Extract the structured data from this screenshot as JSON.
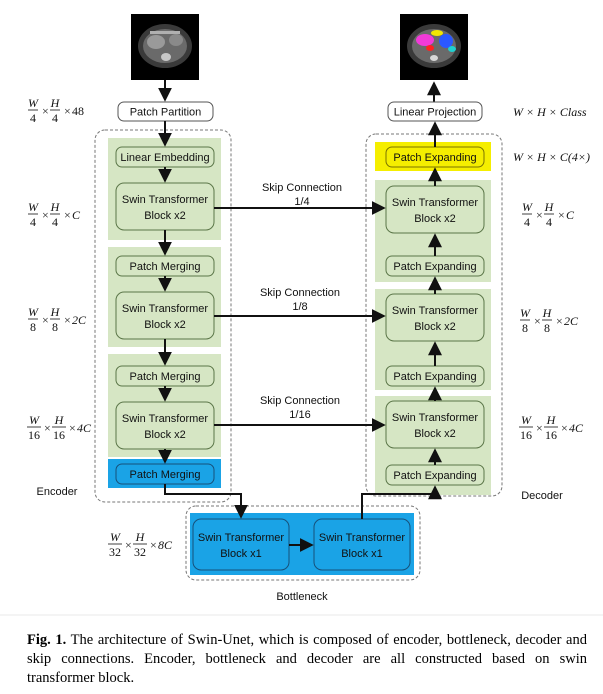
{
  "colors": {
    "green": "#d6e6c4",
    "green_stroke": "#6e8a58",
    "blue": "#1aa3e6",
    "yellow": "#f5ee00",
    "dashed": "#777777"
  },
  "icons": [
    "ct-scan-input-image",
    "segmentation-output-image"
  ],
  "encoder": {
    "patch_partition": "Patch Partition",
    "linear_embedding": "Linear Embedding",
    "swin_block_1_l1": "Swin Transformer",
    "swin_block_1_l2": "Block x2",
    "patch_merging_1": "Patch Merging",
    "swin_block_2_l1": "Swin Transformer",
    "swin_block_2_l2": "Block x2",
    "patch_merging_2": "Patch Merging",
    "swin_block_3_l1": "Swin Transformer",
    "swin_block_3_l2": "Block x2",
    "patch_merging_3": "Patch Merging",
    "label": "Encoder"
  },
  "decoder": {
    "linear_projection": "Linear Projection",
    "patch_expanding_top": "Patch Expanding",
    "swin_block_1_l1": "Swin Transformer",
    "swin_block_1_l2": "Block x2",
    "patch_expanding_1": "Patch Expanding",
    "swin_block_2_l1": "Swin Transformer",
    "swin_block_2_l2": "Block x2",
    "patch_expanding_2": "Patch Expanding",
    "swin_block_3_l1": "Swin Transformer",
    "swin_block_3_l2": "Block x2",
    "patch_expanding_3": "Patch Expanding",
    "label": "Decoder"
  },
  "bottleneck": {
    "block_a_l1": "Swin Transformer",
    "block_a_l2": "Block x1",
    "block_b_l1": "Swin Transformer",
    "block_b_l2": "Block x1",
    "label": "Bottleneck"
  },
  "skips": [
    {
      "l1": "Skip Connection",
      "l2": "1/4"
    },
    {
      "l1": "Skip Connection",
      "l2": "1/8"
    },
    {
      "l1": "Skip Connection",
      "l2": "1/16"
    }
  ],
  "dims": {
    "left": [
      {
        "n1": "W",
        "d1": "4",
        "n2": "H",
        "d2": "4",
        "tail": "48"
      },
      {
        "n1": "W",
        "d1": "4",
        "n2": "H",
        "d2": "4",
        "tail": "C"
      },
      {
        "n1": "W",
        "d1": "8",
        "n2": "H",
        "d2": "8",
        "tail": "2C"
      },
      {
        "n1": "W",
        "d1": "16",
        "n2": "H",
        "d2": "16",
        "tail": "4C"
      },
      {
        "n1": "W",
        "d1": "32",
        "n2": "H",
        "d2": "32",
        "tail": "8C"
      }
    ],
    "right_top_1": "W × H × Class",
    "right_top_2": "W × H × C(4×)",
    "right": [
      {
        "n1": "W",
        "d1": "4",
        "n2": "H",
        "d2": "4",
        "tail": "C"
      },
      {
        "n1": "W",
        "d1": "8",
        "n2": "H",
        "d2": "8",
        "tail": "2C"
      },
      {
        "n1": "W",
        "d1": "16",
        "n2": "H",
        "d2": "16",
        "tail": "4C"
      }
    ]
  },
  "caption": {
    "label": "Fig. 1.",
    "text": " The architecture of Swin-Unet, which is composed of encoder, bottleneck, decoder and skip connections. Encoder, bottleneck and decoder are all constructed based on swin transformer block."
  }
}
